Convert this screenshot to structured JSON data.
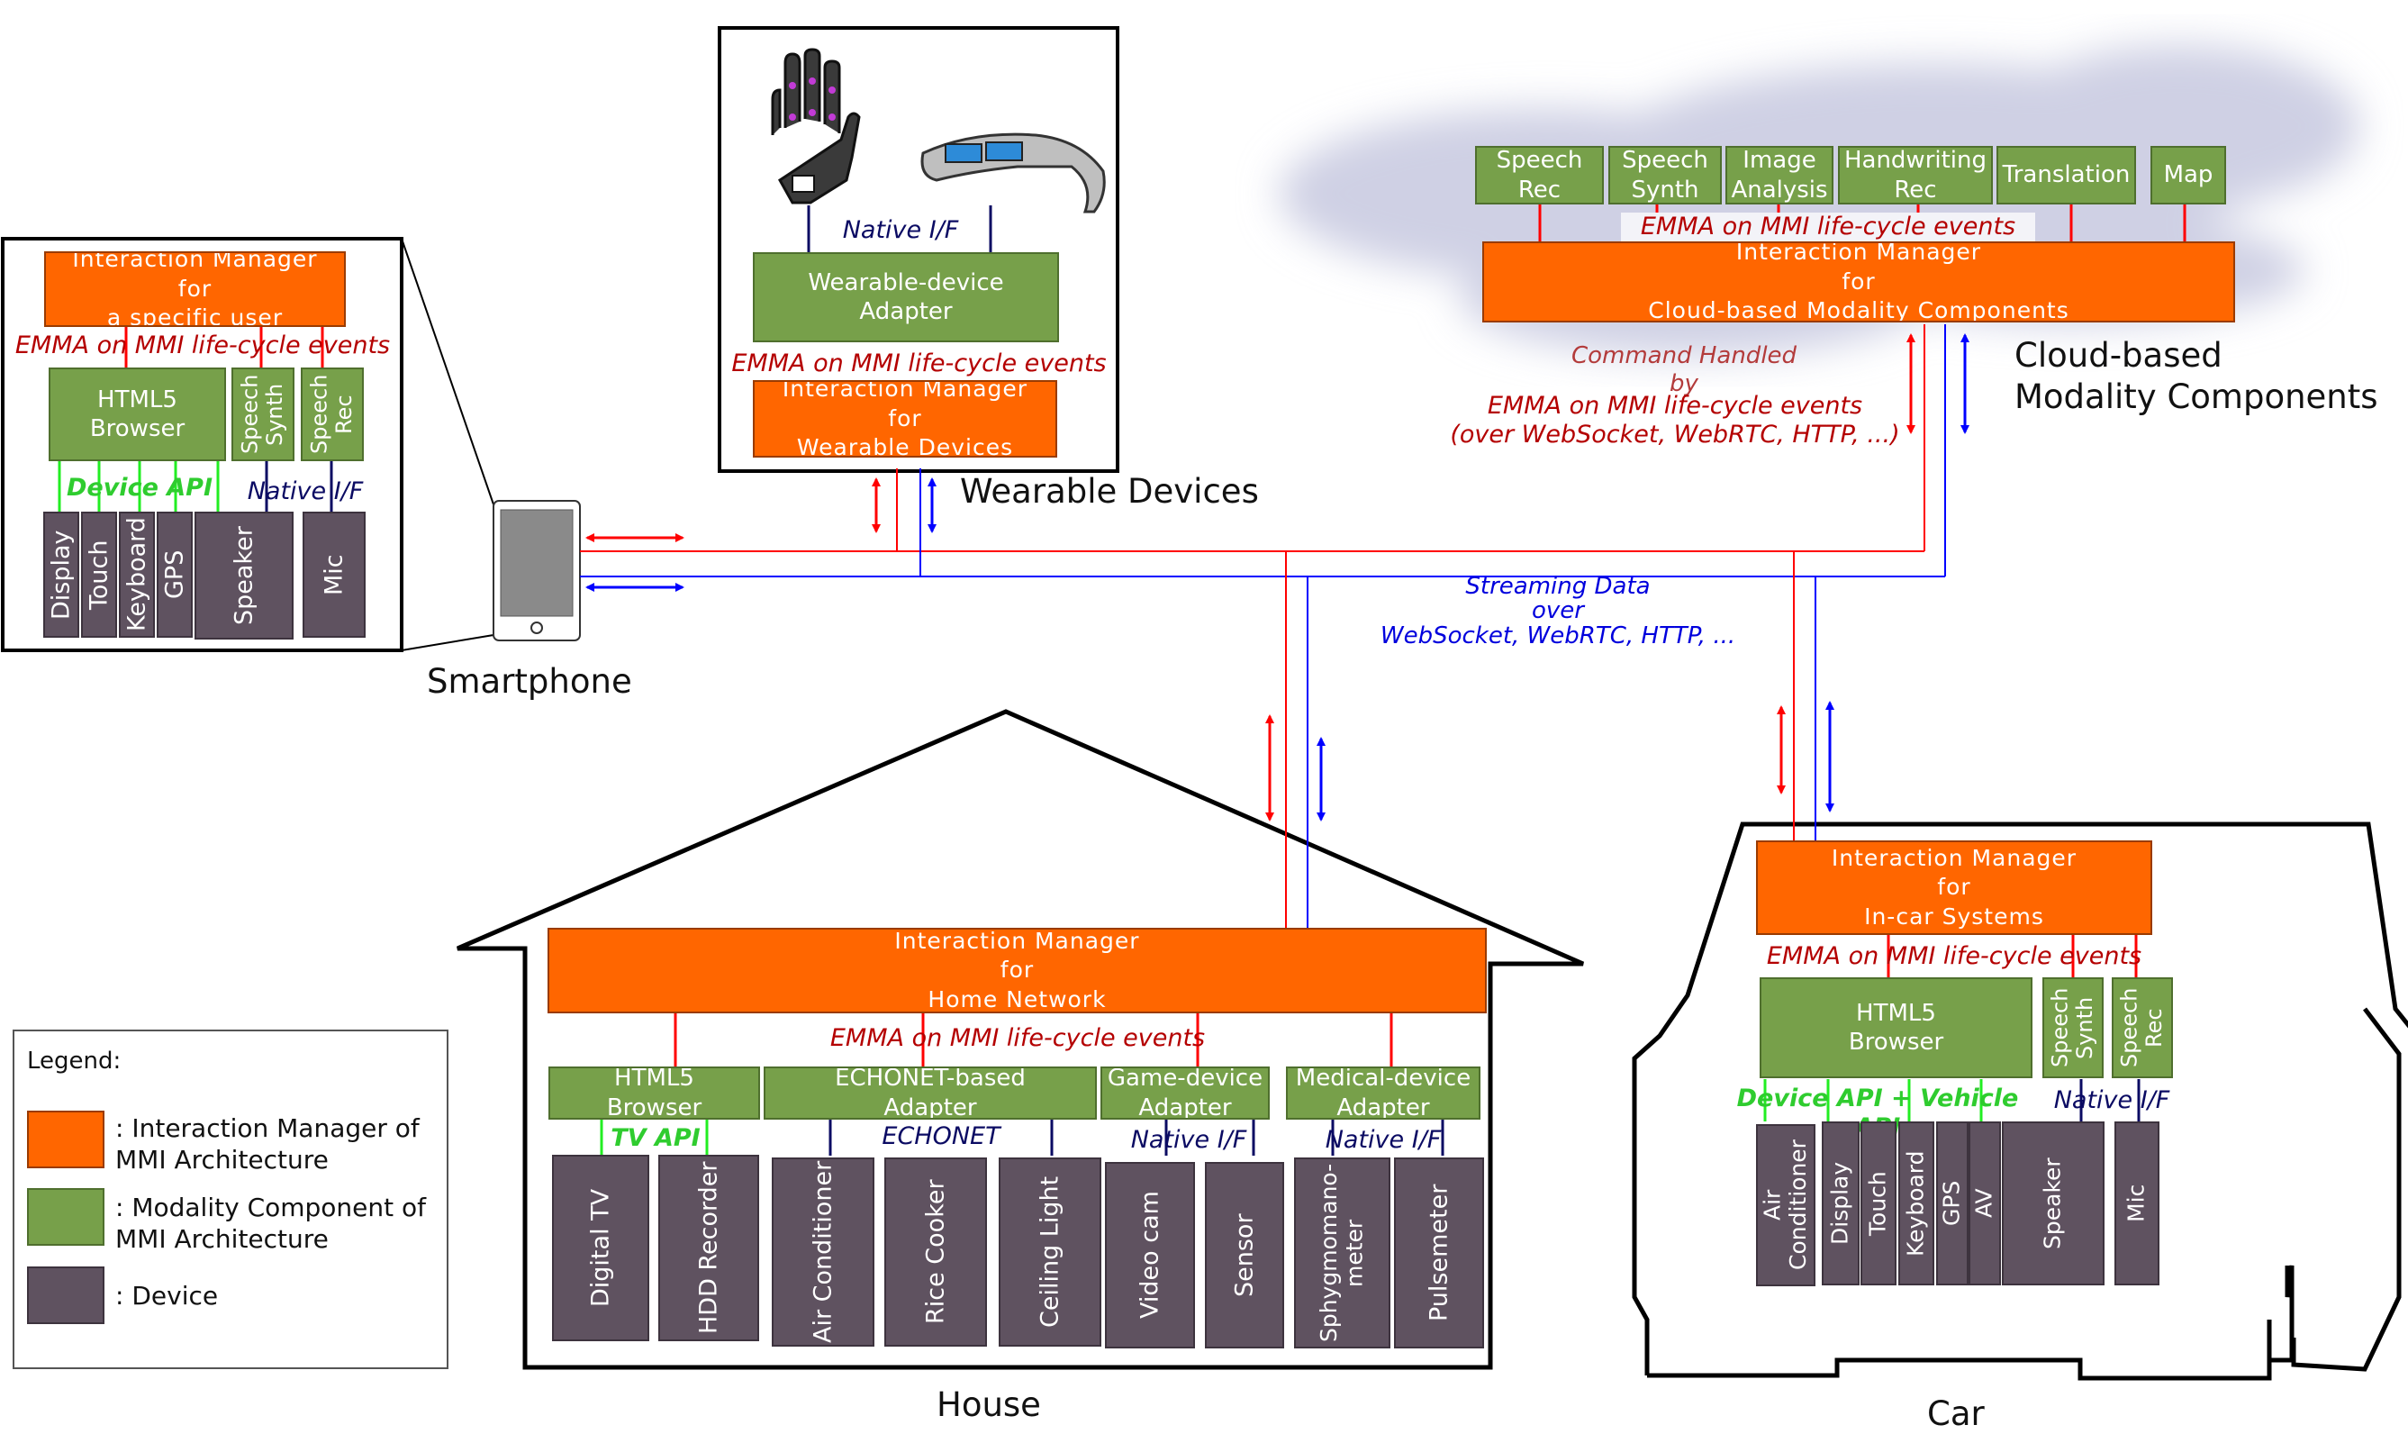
{
  "colors": {
    "interaction_manager": "#ff6600",
    "modality_component": "#77a04a",
    "device": "#5f5260",
    "control_link": "#ff0000",
    "streaming_link": "#0000ff",
    "device_api_link": "#22ee22",
    "native_link": "#0b0b63"
  },
  "icons": [
    "data-glove-icon",
    "smart-glasses-icon",
    "smartphone-icon",
    "cloud-icon"
  ],
  "smartphone": {
    "caption": "Smartphone",
    "im": "Interaction Manager\nfor\na specific user",
    "emma": "EMMA on MMI life-cycle events",
    "html5": "HTML5\nBrowser",
    "speech_synth": "Speech\nSynth",
    "speech_rec": "Speech\nRec",
    "device_api": "Device API",
    "native_if": "Native I/F",
    "devices": [
      "Display",
      "Touch",
      "Keyboard",
      "GPS",
      "Speaker",
      "Mic"
    ]
  },
  "wearable": {
    "caption": "Wearable Devices",
    "native_if": "Native I/F",
    "adapter": "Wearable-device\nAdapter",
    "emma": "EMMA on MMI life-cycle events",
    "im": "Interaction Manager\nfor\nWearable Devices"
  },
  "cloud": {
    "caption": "Cloud-based\nModality Components",
    "components": [
      "Speech\nRec",
      "Speech\nSynth",
      "Image\nAnalysis",
      "Handwriting\nRec",
      "Translation",
      "Map"
    ],
    "emma": "EMMA on MMI life-cycle events",
    "im": "Interaction Manager\nfor\nCloud-based Modality Components",
    "command": "Command Handled\nby",
    "command_emma": "EMMA on MMI life-cycle events\n(over WebSocket, WebRTC, HTTP, ...)"
  },
  "streaming": "Streaming Data\nover\nWebSocket, WebRTC, HTTP, ...",
  "house": {
    "caption": "House",
    "im": "Interaction Manager\nfor\nHome Network",
    "emma": "EMMA on MMI life-cycle events",
    "adapters": [
      "HTML5\nBrowser",
      "ECHONET-based\nAdapter",
      "Game-device\nAdapter",
      "Medical-device\nAdapter"
    ],
    "tv_api": "TV API",
    "echonet": "ECHONET",
    "native_if_1": "Native I/F",
    "native_if_2": "Native I/F",
    "devices": [
      "Digital TV",
      "HDD Recorder",
      "Air Conditioner",
      "Rice Cooker",
      "Ceiling Light",
      "Video cam",
      "Sensor",
      "Sphygmomano-\nmeter",
      "Pulsemeter"
    ]
  },
  "car": {
    "caption": "Car",
    "im": "Interaction Manager\nfor\nIn-car Systems",
    "emma": "EMMA on MMI life-cycle events",
    "html5": "HTML5\nBrowser",
    "speech_synth": "Speech\nSynth",
    "speech_rec": "Speech\nRec",
    "device_api": "Device API + Vehicle API",
    "native_if": "Native I/F",
    "devices": [
      "Air\nConditioner",
      "Display",
      "Touch",
      "Keyboard",
      "GPS",
      "AV",
      "Speaker",
      "Mic"
    ]
  },
  "legend": {
    "title": "Legend:",
    "items": [
      {
        "label": ": Interaction Manager of\nMMI Architecture"
      },
      {
        "label": ": Modality Component of\nMMI Architecture"
      },
      {
        "label": ": Device"
      }
    ]
  }
}
